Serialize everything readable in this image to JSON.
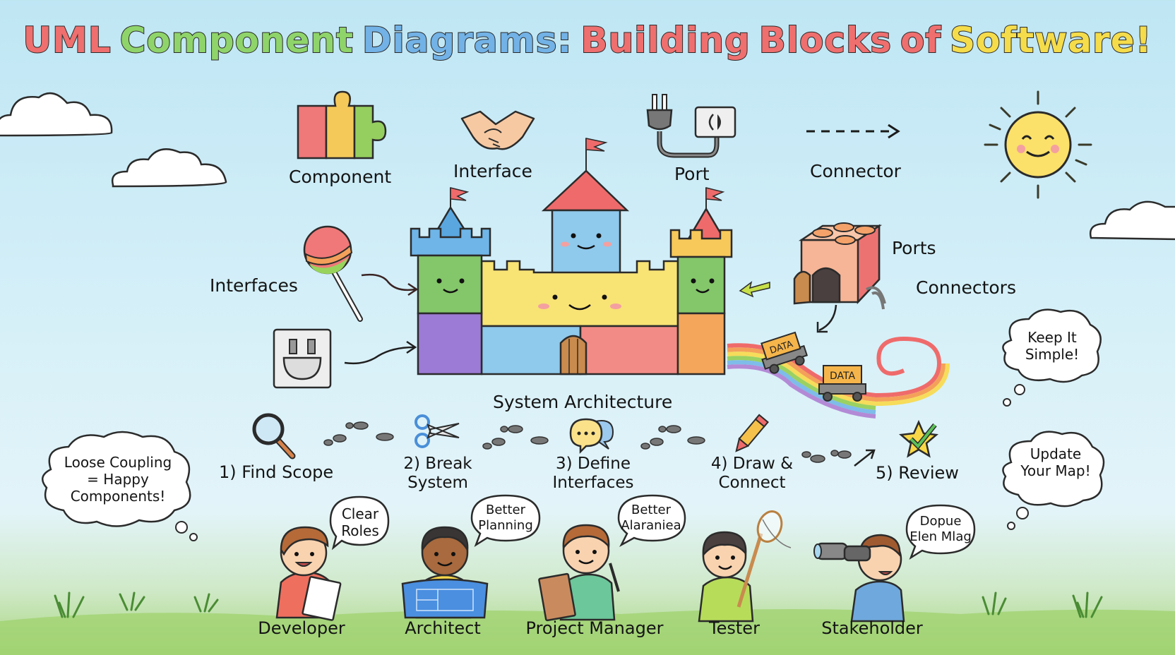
{
  "title": {
    "words": [
      {
        "text": "UML",
        "color": "#ef6f6f"
      },
      {
        "text": "Component",
        "color": "#8fd46a"
      },
      {
        "text": "Diagrams:",
        "color": "#72b2e6"
      },
      {
        "text": "Building",
        "color": "#ef6f6f"
      },
      {
        "text": "Blocks",
        "color": "#ef6f6f"
      },
      {
        "text": "of",
        "color": "#ef6f6f"
      },
      {
        "text": "Software!",
        "color": "#f5dc4a"
      }
    ]
  },
  "legend": {
    "component": {
      "label": "Component",
      "icon": "puzzle-piece-icon"
    },
    "interface": {
      "label": "Interface",
      "icon": "handshake-icon"
    },
    "port": {
      "label": "Port",
      "icon": "plug-socket-icon"
    },
    "connector": {
      "label": "Connector",
      "icon": "dashed-arrow-icon"
    }
  },
  "castle": {
    "caption": "System Architecture",
    "left_labels": {
      "interfaces": "Interfaces"
    },
    "right_labels": {
      "ports": "Ports",
      "connectors": "Connectors"
    },
    "data_carts": [
      "DATA",
      "DATA"
    ]
  },
  "steps": [
    {
      "label": "1) Find Scope",
      "icon": "magnifier-icon"
    },
    {
      "label": "2) Break System",
      "line1": "2) Break",
      "line2": "System",
      "icon": "scissors-icon"
    },
    {
      "label": "3) Define Interfaces",
      "line1": "3) Define",
      "line2": "Interfaces",
      "icon": "speech-bubbles-icon"
    },
    {
      "label": "4) Draw & Connect",
      "line1": "4) Draw &",
      "line2": "Connect",
      "icon": "pencil-icon"
    },
    {
      "label": "5) Review",
      "icon": "star-check-icon"
    }
  ],
  "clouds": {
    "left": {
      "line1": "Loose Coupling",
      "line2": "= Happy",
      "line3": "Components!"
    },
    "right_top": {
      "line1": "Keep It",
      "line2": "Simple!"
    },
    "right_bottom": {
      "line1": "Update",
      "line2": "Your Map!"
    }
  },
  "roles": [
    {
      "name": "Developer",
      "bubble1": "Clear",
      "bubble2": "Roles",
      "shirt": "#ef6f5e"
    },
    {
      "name": "Architect",
      "bubble1": "Better",
      "bubble2": "Planning",
      "shirt": "#f5d54a"
    },
    {
      "name": "Project Manager",
      "bubble1": "Better",
      "bubble2": "Alaraniea",
      "shirt": "#6cc79a"
    },
    {
      "name": "Tester",
      "bubble1": "",
      "bubble2": "",
      "shirt": "#b7dc5a"
    },
    {
      "name": "Stakeholder",
      "bubble1": "Dopue",
      "bubble2": "Elen Mlag",
      "shirt": "#6fa8dc"
    }
  ]
}
